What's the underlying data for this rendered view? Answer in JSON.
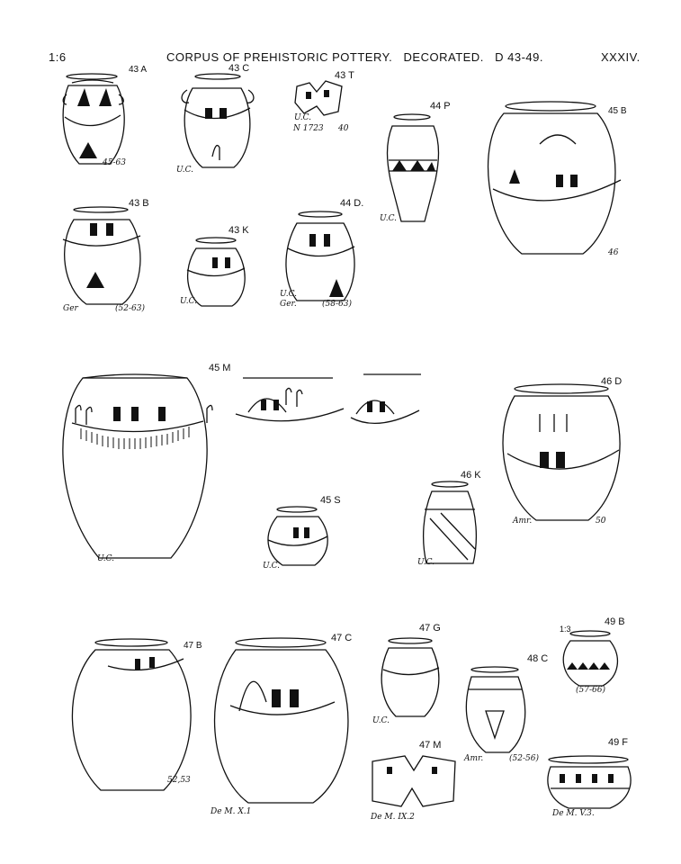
{
  "header": {
    "scale": "1:6",
    "title": "CORPUS OF PREHISTORIC POTTERY.   DECORATED.   D 43-49.",
    "plate": "XXXIV."
  },
  "labels": {
    "l43a": "43 A",
    "l43c": "43 C",
    "l43t": "43 T",
    "l44p": "44 P",
    "l45b": "45 B",
    "l43b": "43 B",
    "l43k": "43 K",
    "l44d": "44 D.",
    "l45m": "45 M",
    "l46d": "46 D",
    "l46k": "46 K",
    "l45s": "45 S",
    "l47b": "47 B",
    "l47c": "47 C",
    "l47g": "47 G",
    "l48c": "48 C",
    "l49b": "49 B",
    "l47m": "47 M",
    "l49f": "49 F"
  },
  "notes": {
    "n43a": "45-63",
    "n43c": "U.C.",
    "n43t_uc": "U.C.",
    "n43t_n": "N 1723",
    "n43t_40": "40",
    "n44p": "U.C.",
    "n45b": "46",
    "n43b_ger": "Ger",
    "n43b_range": "(52-63)",
    "n43k": "U.C.",
    "n44d_uc": "U.C.",
    "n44d_ger": "Ger.",
    "n44d_range": "(58-63)",
    "n45m": "U.C.",
    "n45s": "U.C.",
    "n46k": "U.C.",
    "n46d_amr": "Amr.",
    "n46d_50": "50",
    "n47b": "52,53",
    "n47c": "De M. X.1",
    "n47g": "U.C.",
    "n48c_amr": "Amr.",
    "n48c_range": "(52-56)",
    "n49b_scale": "1:3",
    "n49b_range": "(57-66)",
    "n47m": "De M. IX.2",
    "n49f": "De M. V.3."
  }
}
